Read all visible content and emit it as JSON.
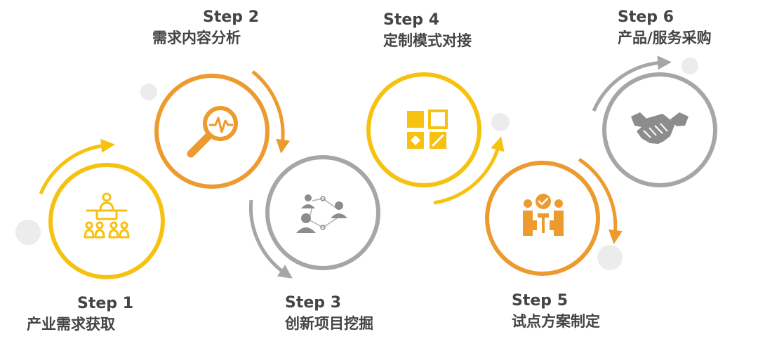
{
  "colors": {
    "yellow": "#f7c10f",
    "orange": "#ed9a2e",
    "gray": "#a6a6a6",
    "light_gray": "#ececec",
    "text": "#444444"
  },
  "steps": [
    {
      "number": "Step 1",
      "name": "产业需求获取",
      "icon": "audience-speaker-icon",
      "color": "yellow"
    },
    {
      "number": "Step 2",
      "name": "需求内容分析",
      "icon": "magnifier-pulse-icon",
      "color": "orange"
    },
    {
      "number": "Step 3",
      "name": "创新项目挖掘",
      "icon": "people-network-icon",
      "color": "gray"
    },
    {
      "number": "Step 4",
      "name": "定制模式对接",
      "icon": "grid-blocks-icon",
      "color": "yellow"
    },
    {
      "number": "Step 5",
      "name": "试点方案制定",
      "icon": "meeting-check-icon",
      "color": "orange"
    },
    {
      "number": "Step 6",
      "name": "产品/服务采购",
      "icon": "handshake-icon",
      "color": "gray"
    }
  ]
}
